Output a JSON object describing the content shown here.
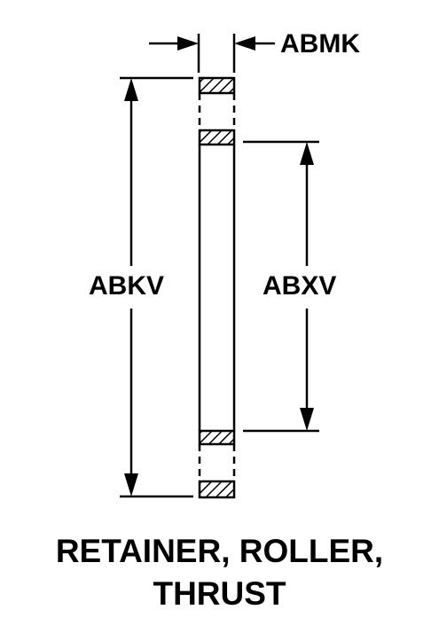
{
  "dimensions": {
    "thickness_label": "ABMK",
    "outer_diameter_label": "ABKV",
    "inner_diameter_label": "ABXV"
  },
  "caption": {
    "line1": "RETAINER, ROLLER,",
    "line2": "THRUST"
  },
  "colors": {
    "ink": "#000000",
    "background": "#ffffff"
  }
}
